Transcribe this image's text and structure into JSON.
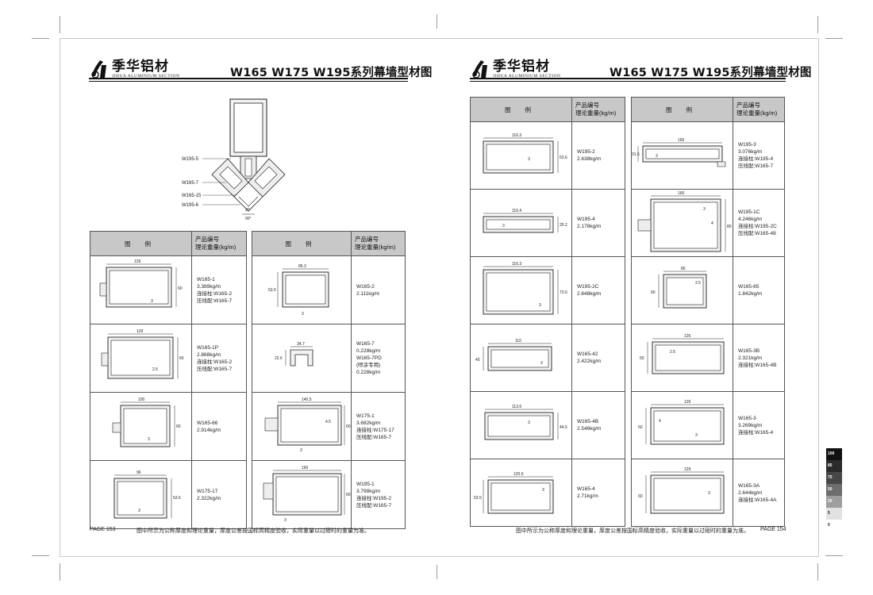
{
  "brand": {
    "name": "季华铝材",
    "subtitle": "JIHUA ALUMINIUM SECTION"
  },
  "title": "W165 W175 W195系列幕墙型材图",
  "table_header": {
    "figure": "图 例",
    "code_line1": "产品编号",
    "code_line2": "理论重量(kg/m)"
  },
  "footer_note": "图中所示为公称厚度和理论重量，厚度公差按国标高精度验收，实际重量以过磅时的重量为准。",
  "page_left": "PAGE 153",
  "page_right": "PAGE 154",
  "assembly": {
    "labels": [
      "W195-5",
      "W165-7",
      "W165-15",
      "W195-6"
    ],
    "dims": [
      "20",
      "90°"
    ]
  },
  "left_col1": [
    {
      "dims": [
        "129",
        "60",
        "3"
      ],
      "lines": [
        "W165-1",
        "3.389kg/m",
        "连接柱:W165-2",
        "压线配:W165-7"
      ]
    },
    {
      "dims": [
        "129",
        "60",
        "2.5"
      ],
      "lines": [
        "W165-1P",
        "2.868kg/m",
        "连接柱:W165-2",
        "压线配:W165-7"
      ]
    },
    {
      "dims": [
        "100",
        "60",
        "3"
      ],
      "lines": [
        "W165-66",
        "2.914kg/m"
      ]
    },
    {
      "dims": [
        "96",
        "53.6",
        "3"
      ],
      "lines": [
        "W175-17",
        "2.322kg/m"
      ]
    }
  ],
  "left_col2": [
    {
      "dims": [
        "85.3",
        "53.5",
        "3"
      ],
      "lines": [
        "W165-2",
        "2.111kg/m"
      ]
    },
    {
      "dims": [
        "34.7",
        "22.6"
      ],
      "lines": [
        "W165-7",
        "0.228kg/m",
        "W165-7PD",
        "(喷涂专用)",
        "0.228kg/m"
      ]
    },
    {
      "dims": [
        "140.5",
        "60",
        "4.5",
        "3"
      ],
      "lines": [
        "W175-1",
        "3.682kg/m",
        "连接柱:W175-17",
        "压线配:W165-7"
      ]
    },
    {
      "dims": [
        "160",
        "60",
        "3"
      ],
      "lines": [
        "W195-1",
        "3.798kg/m",
        "连接柱:W195-2",
        "压线配:W165-7"
      ]
    }
  ],
  "right_col1": [
    {
      "dims": [
        "116.3",
        "53.6",
        "3"
      ],
      "lines": [
        "W195-2",
        "2.638kg/m"
      ]
    },
    {
      "dims": [
        "116.4",
        "25.2",
        "3"
      ],
      "lines": [
        "W195-4",
        "2.178kg/m"
      ]
    },
    {
      "dims": [
        "116.3",
        "73.6",
        "3"
      ],
      "lines": [
        "W195-2C",
        "2.648kg/m"
      ]
    },
    {
      "dims": [
        "110",
        "40",
        "3"
      ],
      "lines": [
        "W165-42",
        "2.422kg/m"
      ]
    },
    {
      "dims": [
        "113.6",
        "44.5",
        "3"
      ],
      "lines": [
        "W165-4B",
        "2.546kg/m"
      ]
    },
    {
      "dims": [
        "120.6",
        "53.5",
        "3"
      ],
      "lines": [
        "W165-4",
        "2.71kg/m"
      ]
    }
  ],
  "right_col2": [
    {
      "dims": [
        "160",
        "31.5",
        "3"
      ],
      "lines": [
        "W195-3",
        "3.076kg/m",
        "连接柱:W195-4",
        "压线配:W165-7"
      ]
    },
    {
      "dims": [
        "160",
        "80",
        "4",
        "3"
      ],
      "lines": [
        "W195-1C",
        "4.246kg/m",
        "连接柱:W195-2C",
        "压线配:W165-48"
      ]
    },
    {
      "dims": [
        "80",
        "60",
        "2.5"
      ],
      "lines": [
        "W165-65",
        "1.842kg/m"
      ]
    },
    {
      "dims": [
        "125",
        "50",
        "2.5"
      ],
      "lines": [
        "W165-3B",
        "2.321kg/m",
        "连接柱:W165-4B"
      ]
    },
    {
      "dims": [
        "129",
        "60",
        "4",
        "3"
      ],
      "lines": [
        "W165-3",
        "3.269kg/m",
        "连接柱:W165-4"
      ]
    },
    {
      "dims": [
        "129",
        "60",
        "3"
      ],
      "lines": [
        "W165-3A",
        "2.644kg/m",
        "连接柱:W165-4A"
      ]
    }
  ],
  "color_bar": [
    {
      "label": "100",
      "color": "#111111"
    },
    {
      "label": "85",
      "color": "#2b2b2b"
    },
    {
      "label": "75",
      "color": "#474747"
    },
    {
      "label": "50",
      "color": "#6d6d6d"
    },
    {
      "label": "25",
      "color": "#9e9e9e"
    },
    {
      "label": "5",
      "color": "#e2e2e2"
    },
    {
      "label": "0",
      "color": "#ffffff"
    }
  ]
}
